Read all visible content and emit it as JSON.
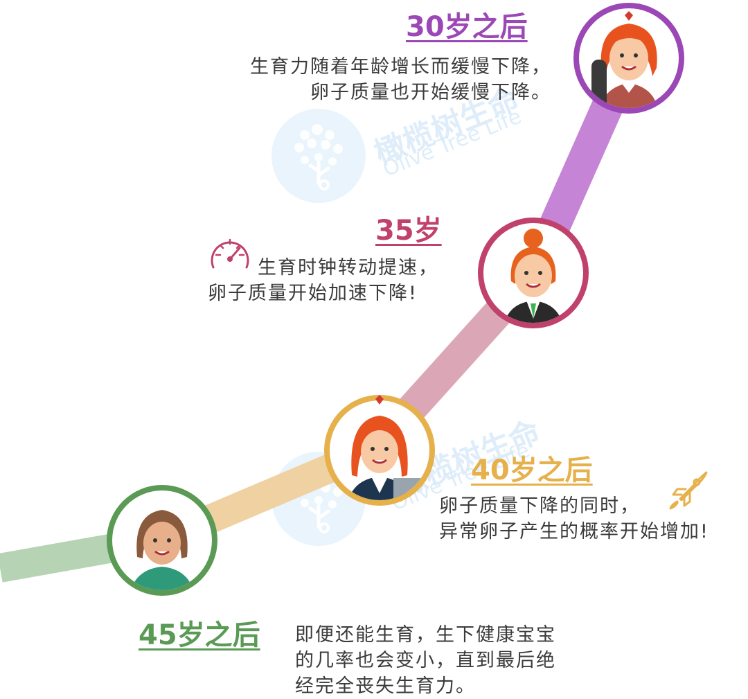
{
  "colors": {
    "age30": "#9b47b5",
    "age35": "#c0416b",
    "age40": "#e6b04a",
    "age45": "#5a9a55",
    "path30": "#c584d5",
    "path35": "#dba7b6",
    "path40": "#efd1a2",
    "path45": "#b6d3b4",
    "text": "#3b3b3b",
    "watermark": "#d9ebf9"
  },
  "watermark": {
    "cn": "橄榄树生命",
    "en": "Olive Tree Life"
  },
  "stages": [
    {
      "id": "age30",
      "title": "30岁之后",
      "lines": [
        "生育力随着年龄增长而缓慢下降，",
        "卵子质量也开始缓慢下降。"
      ],
      "icon": "woman-holding-phone-icon"
    },
    {
      "id": "age35",
      "title": "35岁",
      "lines": [
        "生育时钟转动提速，",
        "卵子质量开始加速下降!"
      ],
      "icon": "speedometer-icon"
    },
    {
      "id": "age40",
      "title": "40岁之后",
      "lines": [
        "卵子质量下降的同时，",
        "异常卵子产生的概率开始增加!"
      ],
      "icon": "rocket-icon"
    },
    {
      "id": "age45",
      "title": "45岁之后",
      "lines": [
        "即便还能生育，生下健康宝宝",
        "的几率也会变小，直到最后绝",
        "经完全丧失生育力。"
      ],
      "icon": ""
    }
  ]
}
